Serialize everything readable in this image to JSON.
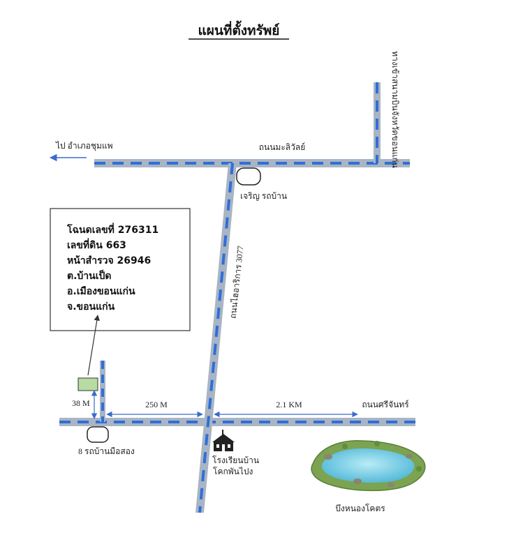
{
  "title": "แผนที่ตั้งทรัพย์",
  "roads": {
    "top_road": "ถนนมะลิวัลย์",
    "diag_road": "ถนนไฮอาริการ 3077",
    "bottom_road": "ถนนศรีจันทร์",
    "airport_road": "ทางเข้าสนามบินจังหวัดขอนแก่น",
    "to_chumphae": "ไป อำเภอชุมแพ"
  },
  "landmarks": {
    "charoen": "เจริญ รถบ้าน",
    "used_car": "8 รถบ้านมือสอง",
    "school_line1": "โรงเรียนบ้าน",
    "school_line2": "โคกพันไปง",
    "pond": "บึงหนองโคตร"
  },
  "distances": {
    "side": "38 M",
    "to_diag": "250 M",
    "to_right": "2.1 KM"
  },
  "deed": {
    "line1": "โฉนดเลขที่  276311",
    "line2": "เลขที่ดิน  663",
    "line3": "หน้าสำรวจ  26946",
    "line4": "ต.บ้านเป็ด",
    "line5": "อ.เมืองขอนแก่น",
    "line6": "จ.ขอนแก่น"
  },
  "colors": {
    "road_fill": "#a9b4c4",
    "road_dash": "#2f6fd6",
    "arrow": "#3a6bc9",
    "plot": "#b7dba0",
    "pond_water": "#7fd0e6",
    "pond_bank": "#7ba352"
  }
}
